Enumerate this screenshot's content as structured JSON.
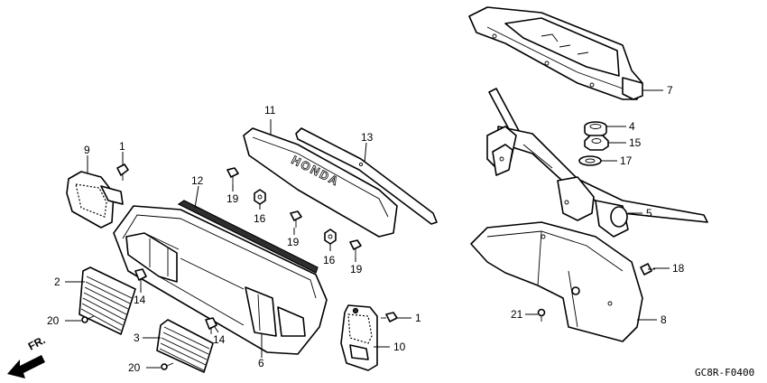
{
  "labels": {
    "p1a": "1",
    "p1b": "1",
    "p2": "2",
    "p3": "3",
    "p4": "4",
    "p5": "5",
    "p6": "6",
    "p7": "7",
    "p8": "8",
    "p9": "9",
    "p10": "10",
    "p11": "11",
    "p12": "12",
    "p13": "13",
    "p14a": "14",
    "p14b": "14",
    "p15": "15",
    "p16a": "16",
    "p16b": "16",
    "p17": "17",
    "p18": "18",
    "p19a": "19",
    "p19b": "19",
    "p19c": "19",
    "p20a": "20",
    "p20b": "20",
    "p21": "21"
  },
  "emblem_text": "HONDA",
  "direction_label": "FR.",
  "diagram_code": "GC8R-F0400"
}
